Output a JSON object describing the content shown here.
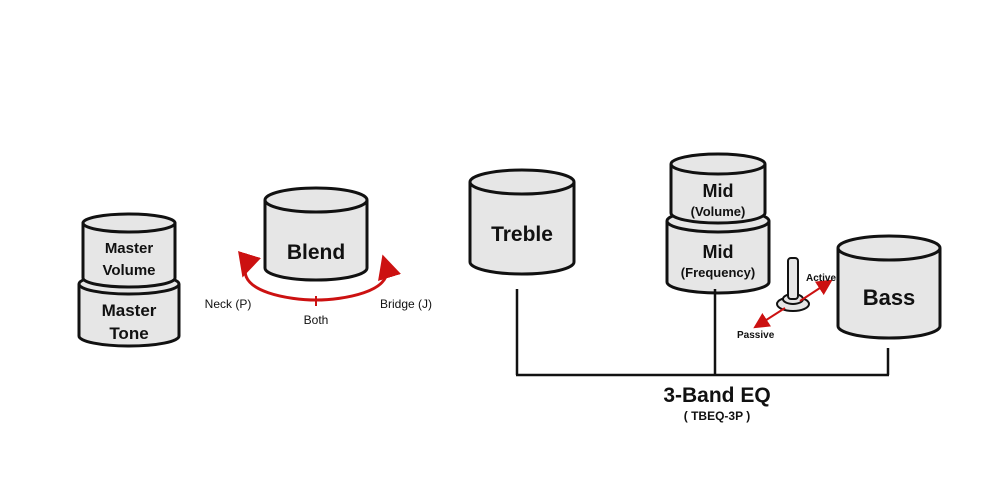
{
  "knobs": {
    "master_volume": {
      "line1": "Master",
      "line2": "Volume"
    },
    "master_tone": {
      "line1": "Master",
      "line2": "Tone"
    },
    "blend": {
      "label": "Blend"
    },
    "treble": {
      "label": "Treble"
    },
    "mid_volume": {
      "line1": "Mid",
      "line2": "(Volume)"
    },
    "mid_frequency": {
      "line1": "Mid",
      "line2": "(Frequency)"
    },
    "bass": {
      "label": "Bass"
    }
  },
  "blend_positions": {
    "left": "Neck (P)",
    "center": "Both",
    "right": "Bridge (J)"
  },
  "switch": {
    "active": "Active",
    "passive": "Passive"
  },
  "eq": {
    "title": "3-Band EQ",
    "model": "( TBEQ-3P )"
  },
  "colors": {
    "arrow": "#cc1111",
    "knob_fill": "#e6e6e6",
    "outline": "#111111"
  }
}
